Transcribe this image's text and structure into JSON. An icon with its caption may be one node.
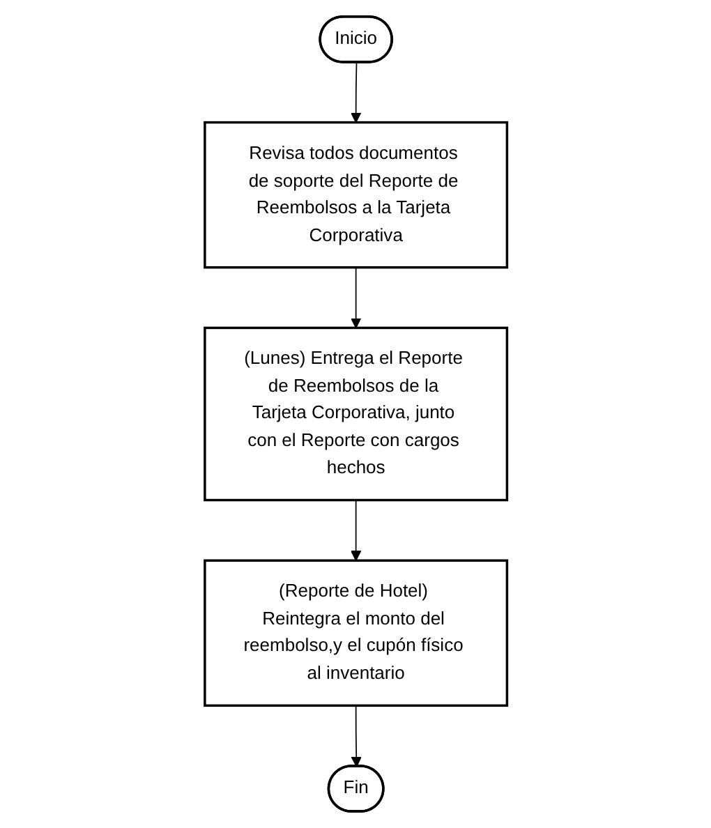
{
  "diagram": {
    "nodes": [
      {
        "text": [
          "Inicio"
        ]
      },
      {
        "text": [
          "Revisa todos documentos de soporte del Reporte de Reembolsos a la Tarjeta Corporativa"
        ]
      },
      {
        "text": [
          "(Lunes) Entrega el Reporte de Reembolsos de la Tarjeta Corporativa, junto con el Reporte con cargos hechos"
        ]
      },
      {
        "text": [
          "(Reporte de Hotel) Reintegra el monto del reembolso,y el cupón físico al inventario"
        ]
      },
      {
        "text": [
          "Fin"
        ]
      }
    ],
    "edges": [
      {
        "from": 0,
        "to": 1,
        "arrow": "to"
      },
      {
        "from": 1,
        "to": 2,
        "arrow": "to"
      },
      {
        "from": 2,
        "to": 3,
        "arrow": "to"
      },
      {
        "from": 3,
        "to": 4,
        "arrow": "to"
      }
    ]
  }
}
